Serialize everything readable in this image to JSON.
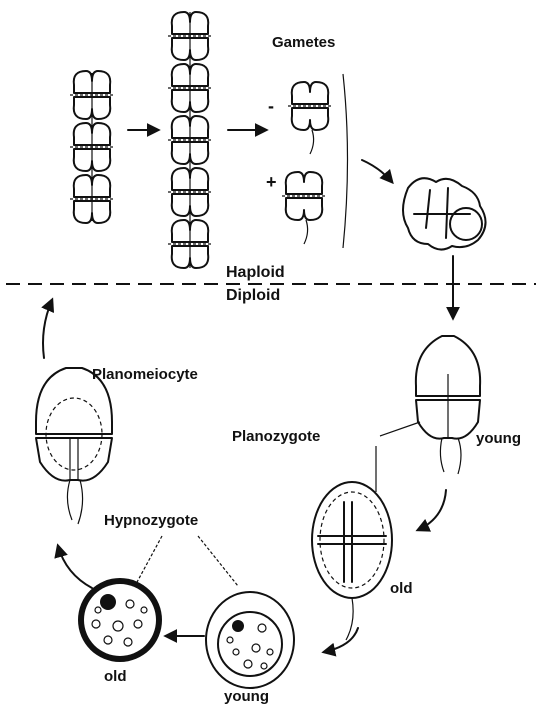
{
  "labels": {
    "gametes": "Gametes",
    "minus": "-",
    "plus": "+",
    "haploid": "Haploid",
    "diploid": "Diploid",
    "planomeiocyte": "Planomeiocyte",
    "planozygote": "Planozygote",
    "young_planozygote": "young",
    "old_planozygote": "old",
    "hypnozygote": "Hypnozygote",
    "old_hypnozygote": "old",
    "young_hypnozygote": "young"
  },
  "colors": {
    "ink": "#111111",
    "background": "#ffffff"
  }
}
